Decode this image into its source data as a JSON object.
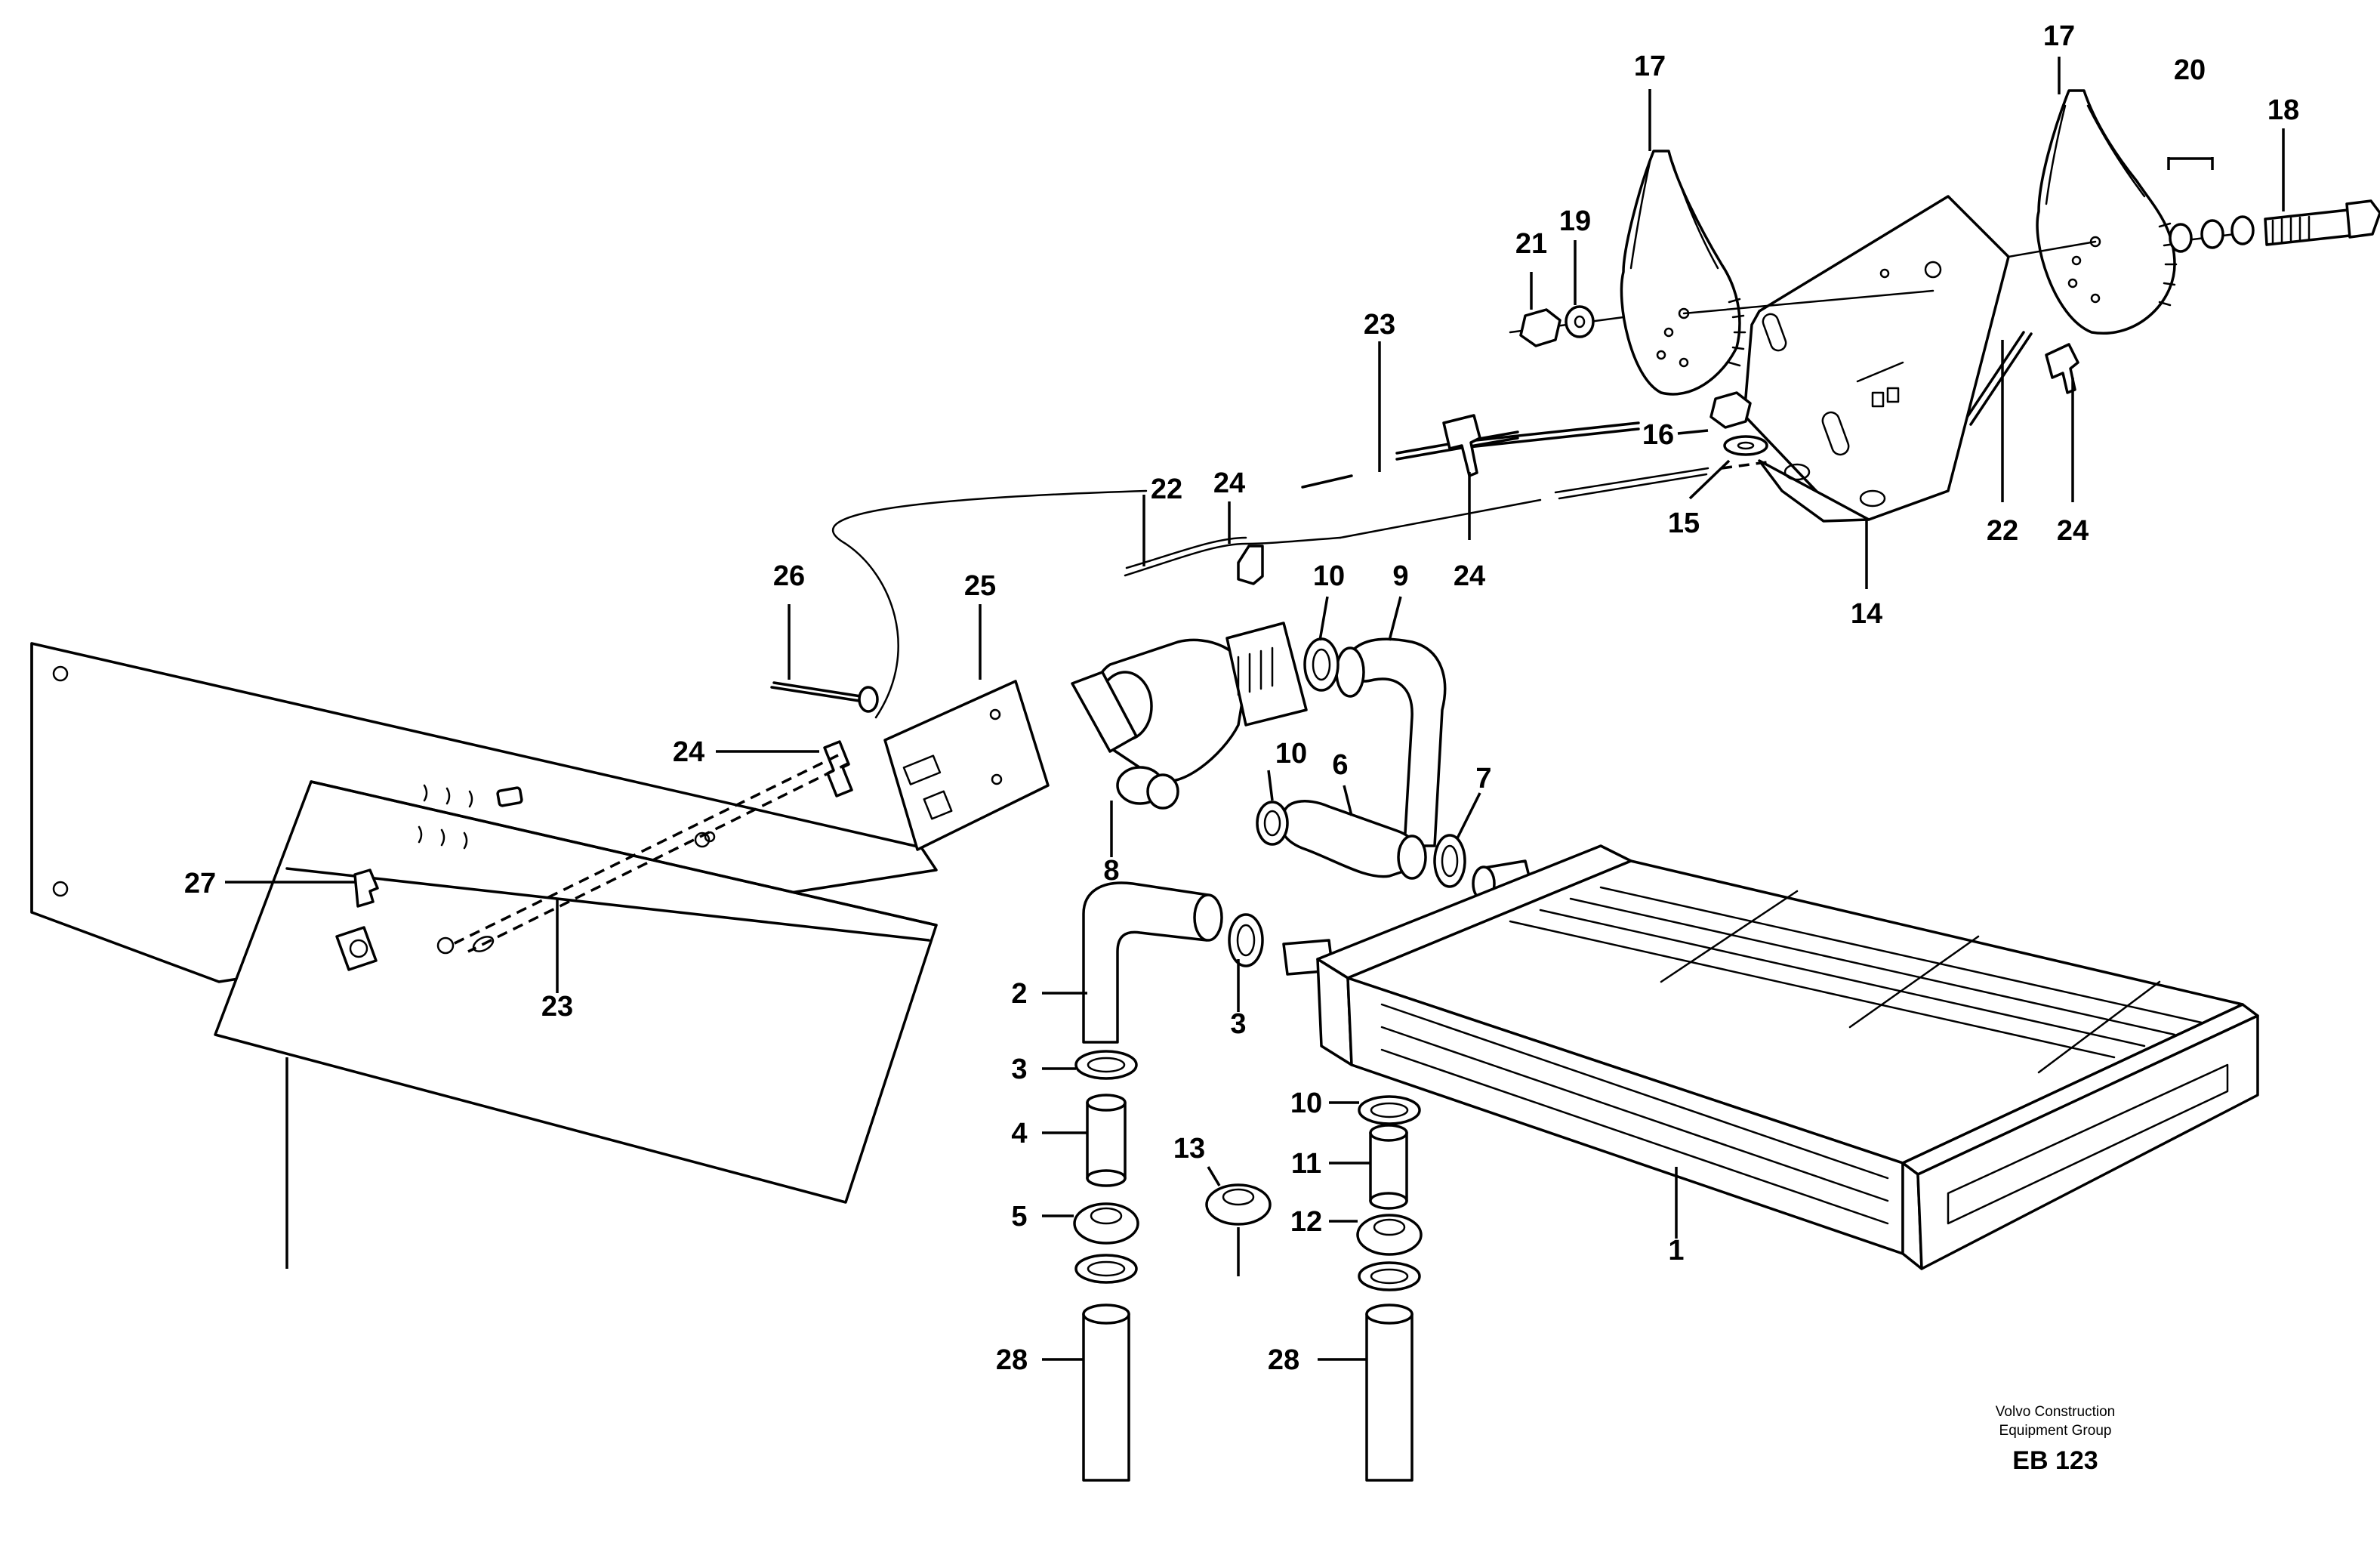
{
  "callouts": {
    "c1": "1",
    "c2": "2",
    "c3a": "3",
    "c3b": "3",
    "c4": "4",
    "c5": "5",
    "c6": "6",
    "c7": "7",
    "c8": "8",
    "c9": "9",
    "c10a": "10",
    "c10b": "10",
    "c10c": "10",
    "c11": "11",
    "c12": "12",
    "c13": "13",
    "c14": "14",
    "c15": "15",
    "c16": "16",
    "c17a": "17",
    "c17b": "17",
    "c18": "18",
    "c19": "19",
    "c20": "20",
    "c21": "21",
    "c22a": "22",
    "c22b": "22",
    "c23a": "23",
    "c23b": "23",
    "c24a": "24",
    "c24b": "24",
    "c24c": "24",
    "c24d": "24",
    "c25": "25",
    "c26": "26",
    "c27": "27",
    "c28a": "28",
    "c28b": "28"
  },
  "credit": {
    "line1": "Volvo Construction",
    "line2": "Equipment Group",
    "code": "EB 123"
  }
}
